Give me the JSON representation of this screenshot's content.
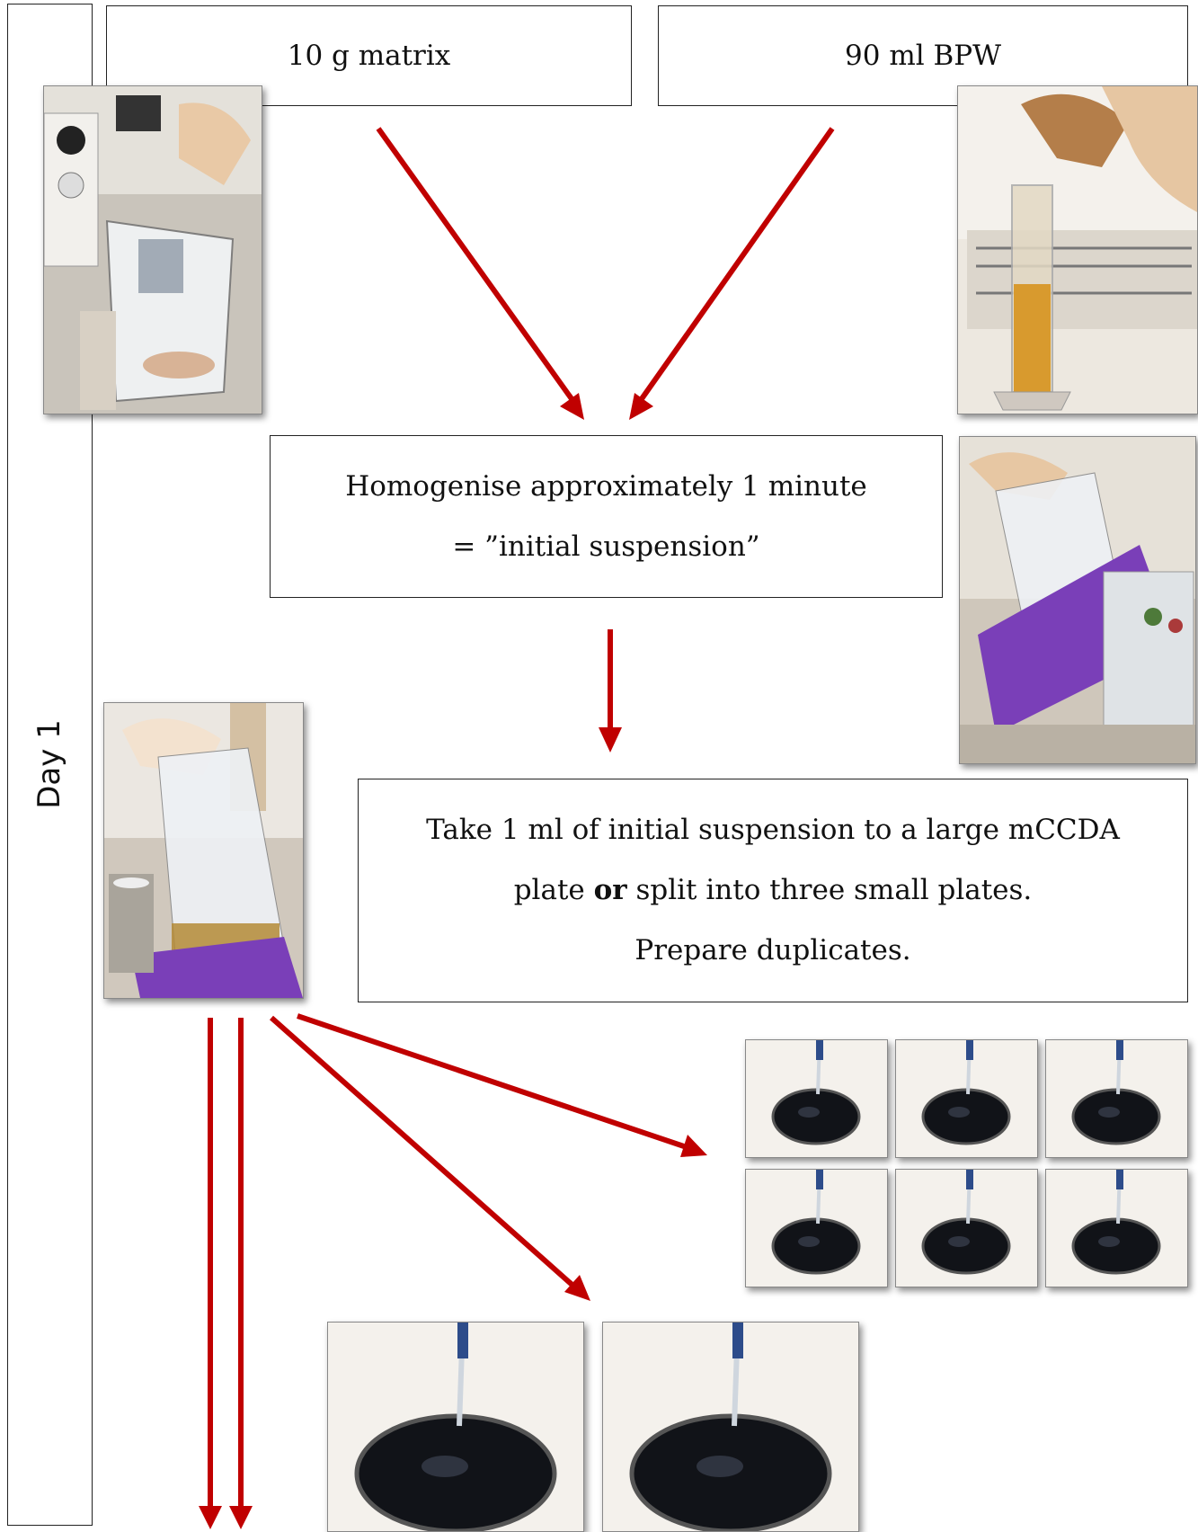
{
  "side": {
    "label": "Day 1"
  },
  "boxes": {
    "matrix": "10 g matrix",
    "bpw": "90 ml BPW",
    "homogenise": {
      "line1": "Homogenise approximately 1 minute",
      "line2": "= ”initial suspension”"
    },
    "take": {
      "line1": "Take 1 ml of initial suspension to a large mCCDA",
      "line2_pre": "plate ",
      "line2_bold": "or",
      "line2_post": " split into three small plates.",
      "line3": "Prepare duplicates."
    }
  },
  "colors": {
    "arrow": "#c00000",
    "bag": "#e8ecf2",
    "purple": "#7a3fb8",
    "plate": "#111318"
  },
  "photos": [
    "weighing-sample-photo",
    "pouring-bpw-photo",
    "stomacher-photo",
    "bag-lift-photo",
    "small-plate-photo",
    "large-plate-photo"
  ]
}
